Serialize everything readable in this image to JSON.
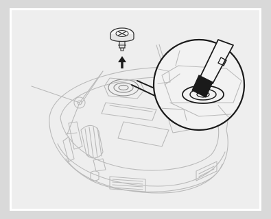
{
  "figure": {
    "background": "#d9d9d9",
    "panel": "#eeeeee",
    "line_light": "#b9b9b9",
    "line_dark": "#1a1a1a",
    "parts": [
      "robot-vacuum-body",
      "side-brush",
      "main-brush",
      "wheel",
      "swivel-wheel-assembly",
      "removal-arrow",
      "detail-magnifier-callout",
      "pry-tool"
    ]
  }
}
